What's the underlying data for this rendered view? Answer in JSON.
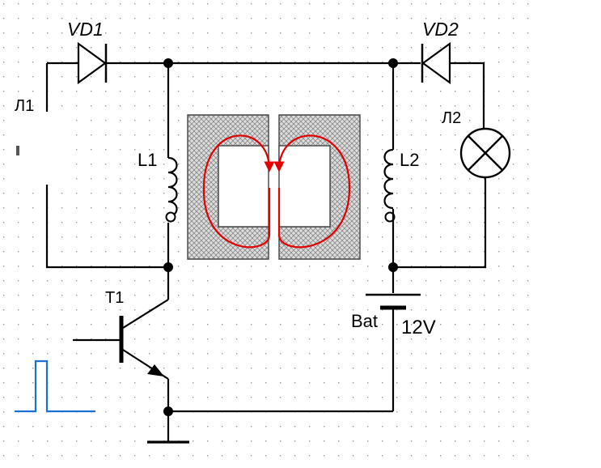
{
  "labels": {
    "vd1": "VD1",
    "vd2": "VD2",
    "lamp1": "Л1",
    "lamp2": "Л2",
    "coil1": "L1",
    "coil2": "L2",
    "transistor": "T1",
    "battery": "Bat",
    "battery_voltage": "12V"
  },
  "colors": {
    "background": "#ffffff",
    "grid_dot": "#9a9a9a",
    "wire": "#000000",
    "flux": "#e00000",
    "core_fill": "#d8d8d8",
    "pulse": "#1a6fd6"
  },
  "icons": {
    "diode": "diode-icon",
    "lamp": "lamp-icon",
    "inductor": "inductor-icon",
    "transistor": "npn-transistor-icon",
    "battery": "battery-icon",
    "ground": "ground-icon",
    "pulse": "pulse-icon"
  }
}
